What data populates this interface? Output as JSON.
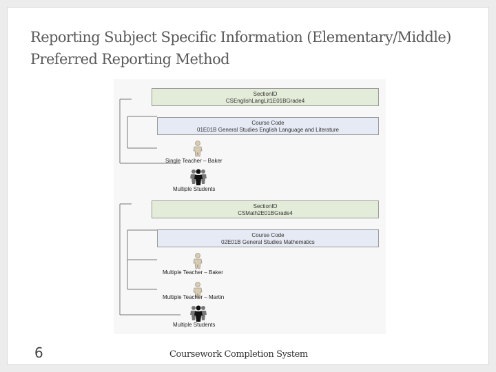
{
  "slide": {
    "title_line1": "Reporting Subject Specific Information (Elementary/Middle)",
    "title_line2": "Preferred Reporting Method",
    "page_number": "6",
    "footer": "Coursework Completion System"
  },
  "diagram": {
    "group1": {
      "section_label": "SectionID",
      "section_value": "CSEnglishLangLit1E01BGrade4",
      "course_label": "Course Code",
      "course_value": "01E01B General Studies English Language and Literature",
      "teacher": "Single Teacher – Baker",
      "students": "Multiple Students"
    },
    "group2": {
      "section_label": "SectionID",
      "section_value": "CSMath2E01BGrade4",
      "course_label": "Course Code",
      "course_value": "02E01B General Studies Mathematics",
      "teacher1": "Multiple Teacher – Baker",
      "teacher2": "Multiple Teacher – Martin",
      "students": "Multiple Students"
    },
    "colors": {
      "section_fill": "#e3ecd8",
      "course_fill": "#e6eaf4",
      "teacher_figure": "#d8cbb4",
      "student_figure": "#111111"
    },
    "icons": [
      "teacher-figure-icon",
      "students-group-icon"
    ]
  }
}
